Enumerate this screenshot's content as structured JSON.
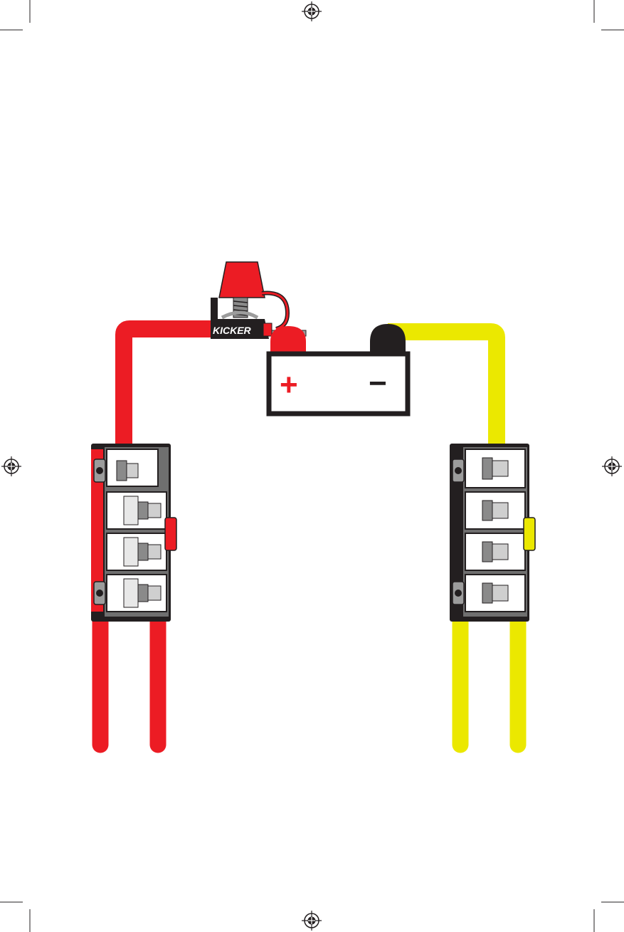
{
  "diagram": {
    "brand_label": "KICKER",
    "battery": {
      "positive_symbol": "+",
      "negative_symbol": "−"
    },
    "colors": {
      "positive_wire": "#ec1c24",
      "negative_wire": "#ebe800",
      "battery_outline": "#231f20",
      "block_body": "#231f20",
      "block_frame": "#9c9c9c"
    },
    "distribution_blocks": [
      {
        "polarity": "positive",
        "inputs": 1,
        "outputs": 3
      },
      {
        "polarity": "negative",
        "inputs": 1,
        "outputs": 3
      }
    ],
    "output_wires": {
      "positive": 2,
      "negative": 2
    }
  }
}
